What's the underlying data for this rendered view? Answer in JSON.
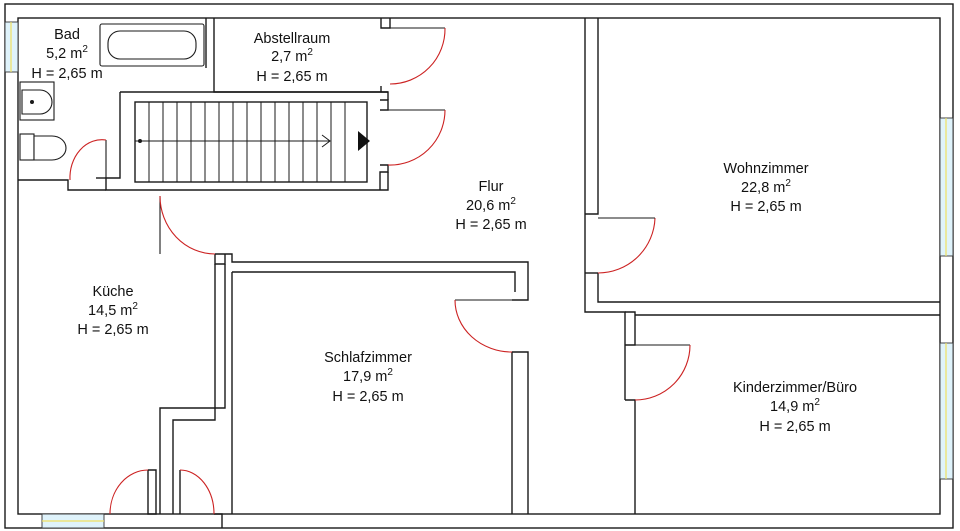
{
  "rooms": {
    "bad": {
      "name": "Bad",
      "area": "5,2 m",
      "height": "H = 2,65 m"
    },
    "abstellraum": {
      "name": "Abstellraum",
      "area": "2,7 m",
      "height": "H = 2,65 m"
    },
    "flur": {
      "name": "Flur",
      "area": "20,6 m",
      "height": "H = 2,65 m"
    },
    "wohnzimmer": {
      "name": "Wohnzimmer",
      "area": "22,8 m",
      "height": "H = 2,65 m"
    },
    "kueche": {
      "name": "Küche",
      "area": "14,5 m",
      "height": "H = 2,65 m"
    },
    "schlafzimmer": {
      "name": "Schlafzimmer",
      "area": "17,9 m",
      "height": "H = 2,65 m"
    },
    "kinderzimmer": {
      "name": "Kinderzimmer/Büro",
      "area": "14,9 m",
      "height": "H = 2,65 m"
    }
  },
  "units": {
    "area_exponent": "2"
  },
  "colors": {
    "door_arc": "#cc2222",
    "window_glass": "#dff3fb",
    "window_frame": "#f0e060",
    "wall": "#1a1a1a"
  },
  "icons": {
    "stair_arrow": "arrow-right-icon",
    "stair_marker": "triangle-right-icon"
  }
}
